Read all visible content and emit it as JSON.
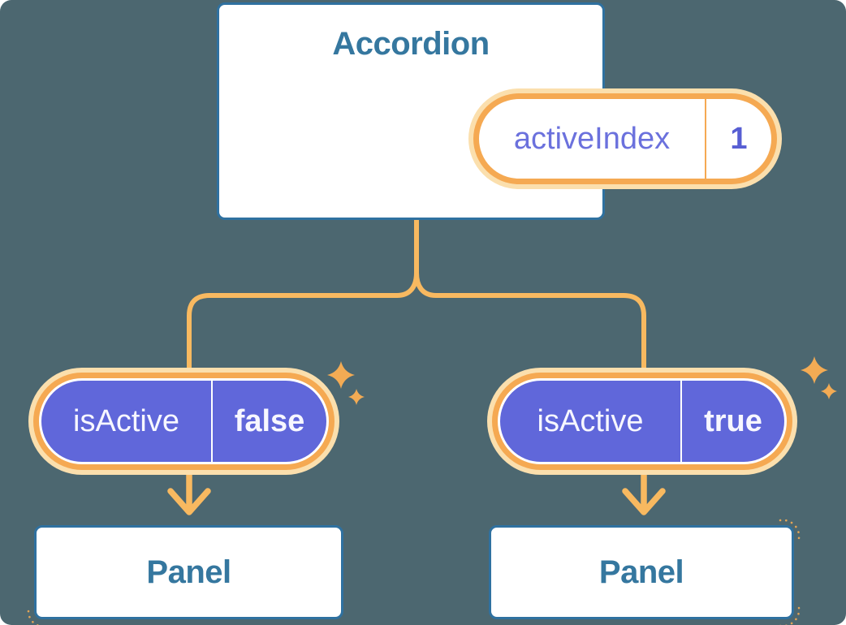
{
  "diagram": {
    "root": {
      "title": "Accordion",
      "state_pill": {
        "label": "activeIndex",
        "value": "1"
      }
    },
    "children": [
      {
        "prop_pill": {
          "label": "isActive",
          "value": "false"
        },
        "node": {
          "title": "Panel"
        }
      },
      {
        "prop_pill": {
          "label": "isActive",
          "value": "true"
        },
        "node": {
          "title": "Panel"
        }
      }
    ]
  },
  "icons": {
    "sparkle": "four-point-star-icon",
    "arrow": "down-arrow-icon"
  },
  "colors": {
    "background": "#4C6770",
    "card-bg": "#FFFFFF",
    "card-border": "#2F71A0",
    "heading": "#35779F",
    "accent-orange": "#F5A952",
    "accent-orange-light": "#FBDFAD",
    "line-orange": "#F8B960",
    "sparkle-orange": "#F3AB54",
    "pill-purple": "#6067DA",
    "purple-text": "#6B71DD",
    "purple-text-bold": "#575ED3",
    "pill-text-light": "#F7F7FF"
  }
}
